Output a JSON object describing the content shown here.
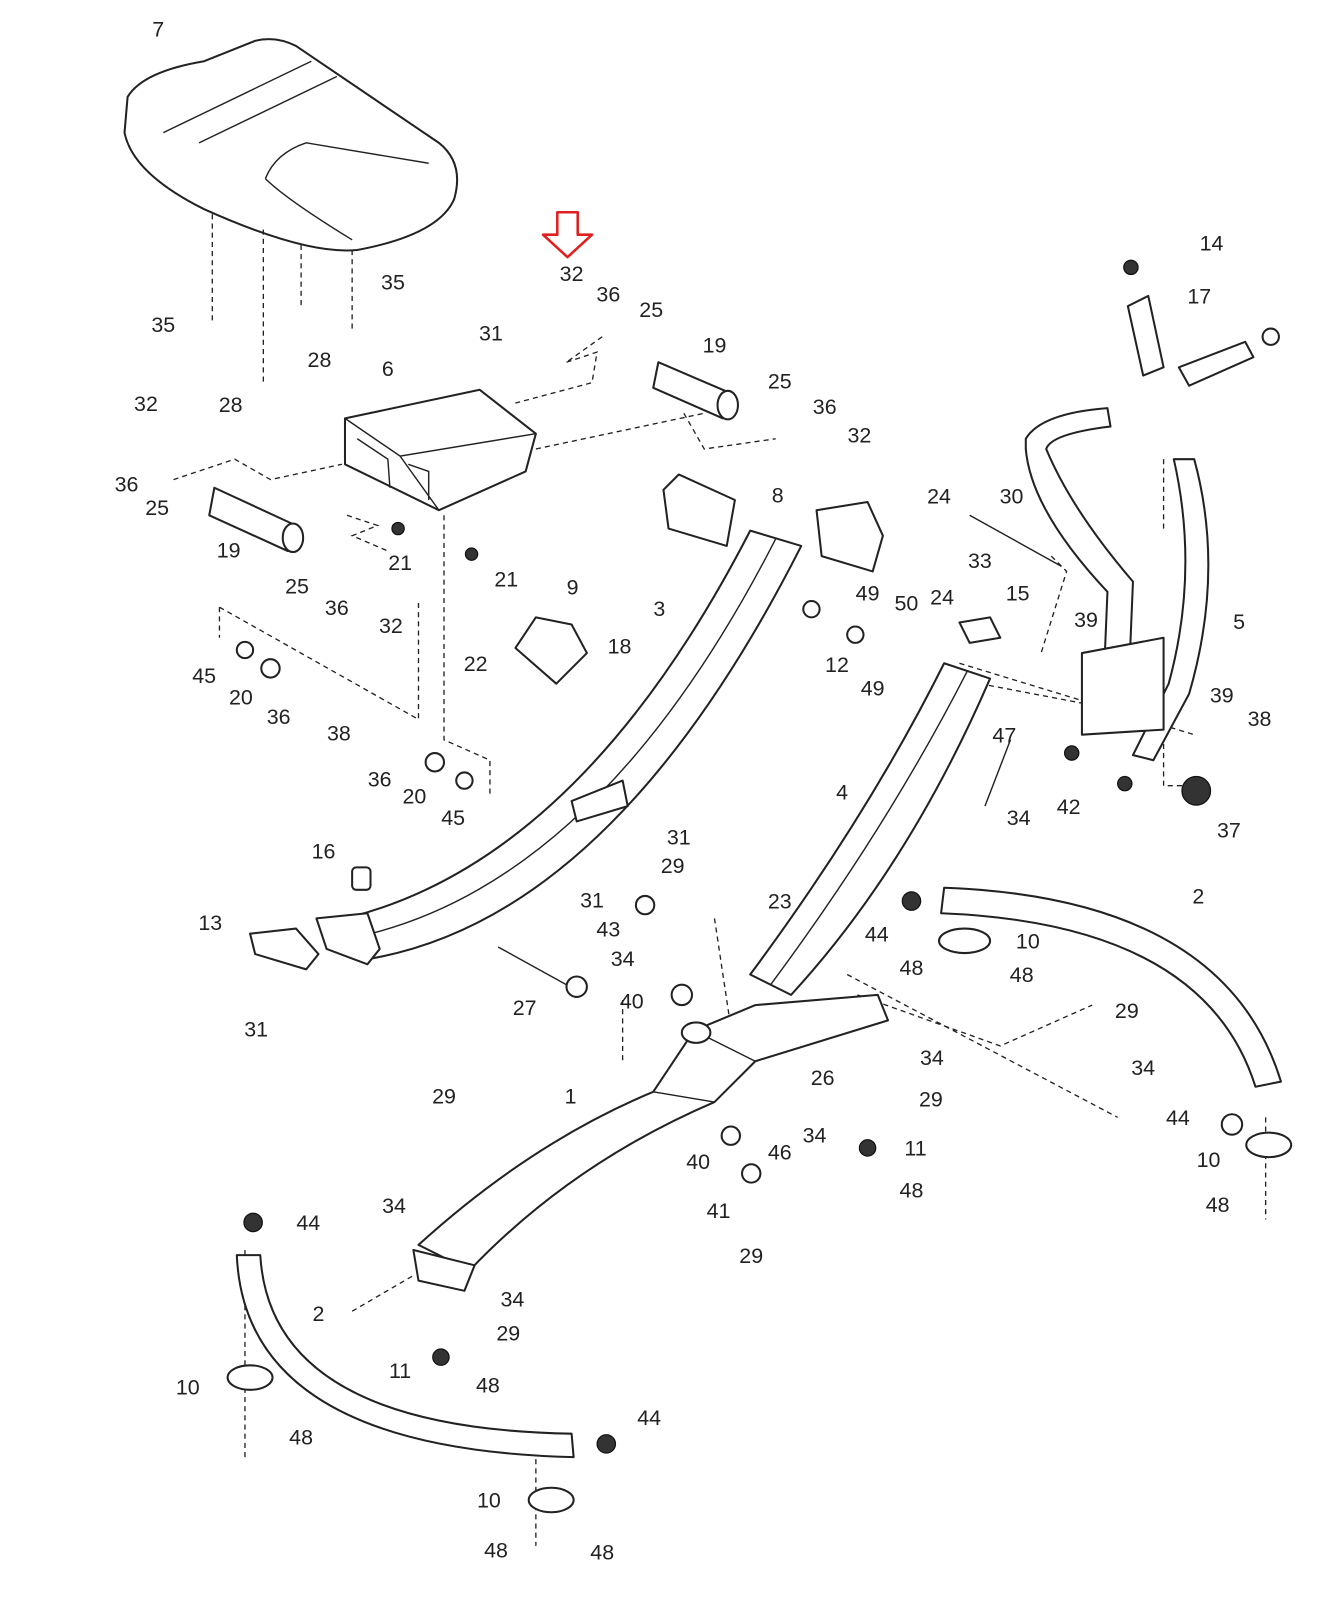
{
  "diagram": {
    "highlight_color": "#e02020",
    "highlighted_part": "32",
    "labels": [
      "7",
      "35",
      "35",
      "28",
      "28",
      "32",
      "36",
      "25",
      "19",
      "31",
      "6",
      "25",
      "36",
      "32",
      "14",
      "17",
      "32",
      "36",
      "25",
      "19",
      "21",
      "21",
      "25",
      "36",
      "32",
      "9",
      "18",
      "22",
      "3",
      "8",
      "24",
      "30",
      "33",
      "24",
      "49",
      "50",
      "15",
      "12",
      "49",
      "39",
      "5",
      "45",
      "20",
      "36",
      "38",
      "36",
      "20",
      "45",
      "47",
      "39",
      "38",
      "4",
      "34",
      "42",
      "37",
      "16",
      "31",
      "29",
      "31",
      "43",
      "23",
      "13",
      "34",
      "44",
      "10",
      "2",
      "48",
      "48",
      "27",
      "40",
      "31",
      "29",
      "34",
      "34",
      "26",
      "1",
      "29",
      "29",
      "44",
      "34",
      "46",
      "40",
      "11",
      "10",
      "48",
      "41",
      "48",
      "34",
      "44",
      "29",
      "34",
      "2",
      "29",
      "11",
      "48",
      "10",
      "44",
      "48",
      "10",
      "48",
      "48"
    ]
  }
}
